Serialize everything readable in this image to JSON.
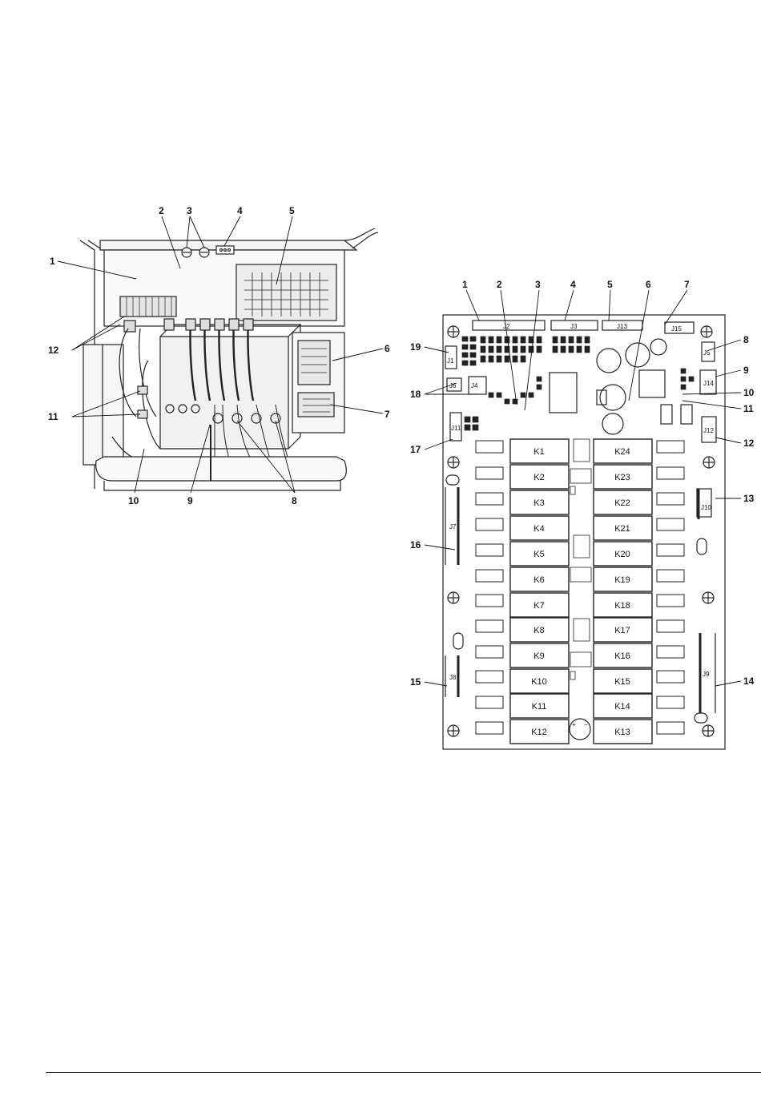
{
  "left_diagram": {
    "callouts": [
      "1",
      "2",
      "3",
      "4",
      "5",
      "6",
      "7",
      "8",
      "9",
      "10",
      "11",
      "12"
    ]
  },
  "right_diagram": {
    "callouts": [
      "1",
      "2",
      "3",
      "4",
      "5",
      "6",
      "7",
      "8",
      "9",
      "10",
      "11",
      "12",
      "13",
      "14",
      "15",
      "16",
      "17",
      "18",
      "19"
    ],
    "connectors": {
      "j2": "J2",
      "j3": "J3",
      "j13": "J13",
      "j15": "J15",
      "j1": "J1",
      "j6": "J6",
      "j4": "J4",
      "j5": "J5",
      "j14": "J14",
      "j11": "J11",
      "j12": "J12",
      "j10": "J10",
      "j7": "J7",
      "j9": "J9",
      "j8": "J8"
    },
    "relays_left": [
      "K1",
      "K2",
      "K3",
      "K4",
      "K5",
      "K6",
      "K7",
      "K8",
      "K9",
      "K10",
      "K11",
      "K12"
    ],
    "relays_right": [
      "K24",
      "K23",
      "K22",
      "K21",
      "K20",
      "K19",
      "K18",
      "K17",
      "K16",
      "K15",
      "K14",
      "K13"
    ],
    "polarity_plus": "+",
    "polarity_minus": "−"
  }
}
